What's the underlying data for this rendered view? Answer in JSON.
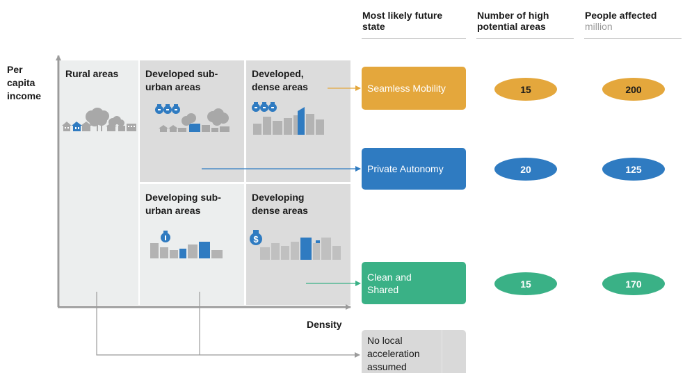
{
  "headers": {
    "state": "Most likely future state",
    "areas": "Number of high potential areas",
    "people": "People affected",
    "people_unit": "million"
  },
  "axes": {
    "y_label": "Per capita income",
    "x_label": "Density"
  },
  "cells": {
    "rural": "Rural areas",
    "developed_suburban": "Developed sub-urban areas",
    "developed_dense": "Developed, dense areas",
    "developing_suburban": "Developing sub-urban areas",
    "developing_dense": "Developing dense areas"
  },
  "states": [
    {
      "label": "Seamless Mobility",
      "color": "#e4a73c",
      "areas": "15",
      "people": "200"
    },
    {
      "label": "Private Autonomy",
      "color": "#2f7bc1",
      "areas": "20",
      "people": "125"
    },
    {
      "label": "Clean and Shared",
      "color": "#3ab186",
      "areas": "15",
      "people": "170"
    }
  ],
  "no_accel": "No local acceleration assumed",
  "colors": {
    "cell_light": "#eceeee",
    "cell_mid": "#dcdcdc",
    "no_accel_bg": "#d9d9d9",
    "axis": "#9b9b9b",
    "arrow_orange": "#e4a73c",
    "arrow_blue": "#2f7bc1",
    "arrow_green": "#3ab186",
    "arrow_gray": "#9b9b9b"
  }
}
